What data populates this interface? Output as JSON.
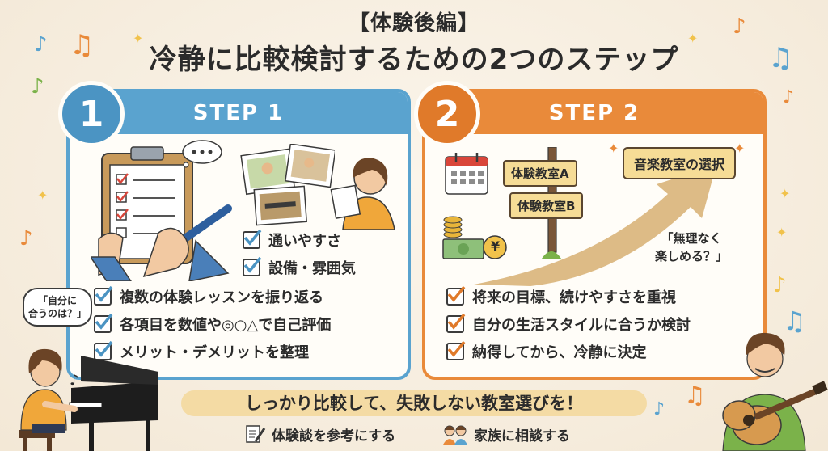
{
  "header": {
    "kicker": "【体験後編】",
    "title": "冷静に比較検討するための2つのステップ"
  },
  "step1": {
    "number": "1",
    "label": "STEP 1",
    "upper_checks": [
      "通いやすさ",
      "設備・雰囲気"
    ],
    "checks": [
      "複数の体験レッスンを振り返る",
      "各項目を数値や◎○△で自己評価",
      "メリット・デメリットを整理"
    ]
  },
  "step2": {
    "number": "2",
    "label": "STEP 2",
    "sign_a": "体験教室A",
    "sign_b": "体験教室B",
    "goal": "音楽教室の選択",
    "quote_line1": "「無理なく",
    "quote_line2": "楽しめる？」",
    "yen": "¥",
    "checks": [
      "将来の目標、続けやすさを重視",
      "自分の生活スタイルに合うか検討",
      "納得してから、冷静に決定"
    ]
  },
  "bubble": {
    "line1": "「自分に",
    "line2": "合うのは？」"
  },
  "banner": "しっかり比較して、失敗しない教室選びを！",
  "footer": [
    "体験談を参考にする",
    "家族に相談する"
  ],
  "colors": {
    "blue": "#5aa3cf",
    "orange": "#e98a3a",
    "background": "#f7efe2"
  }
}
